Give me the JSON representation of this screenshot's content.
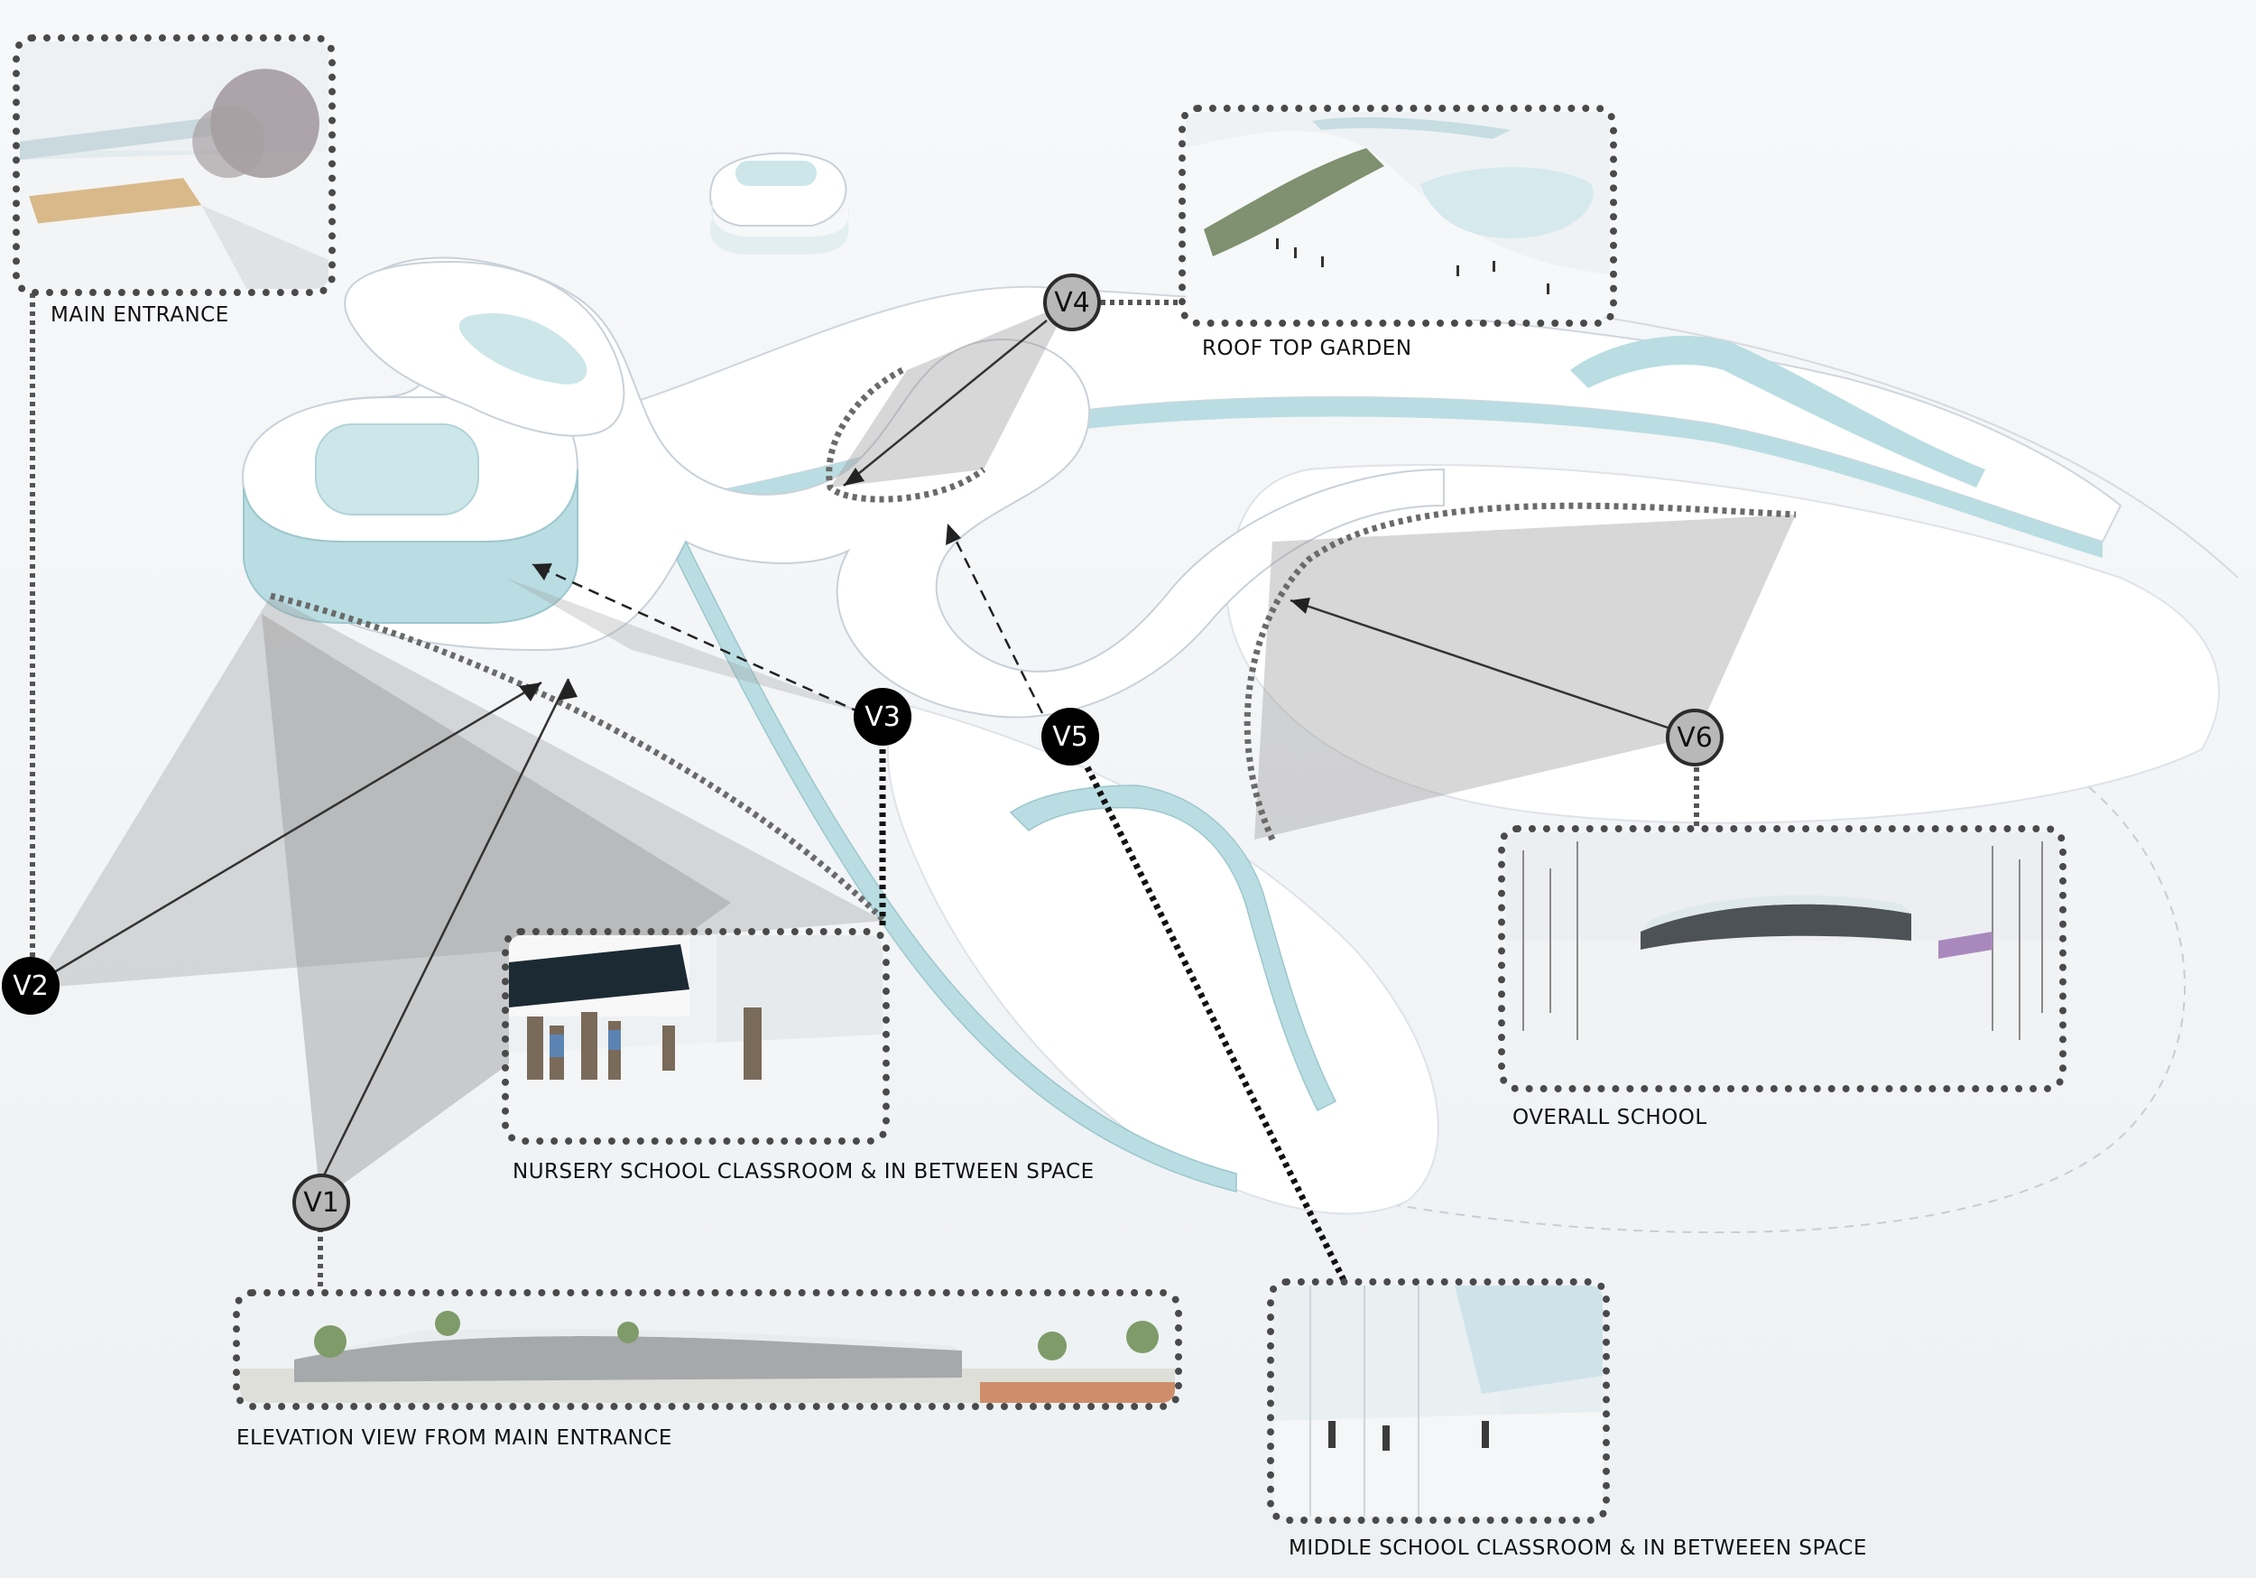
{
  "views": [
    {
      "id": "V1",
      "caption": "ELEVATION VIEW FROM MAIN ENTRANCE"
    },
    {
      "id": "V2",
      "caption": "MAIN ENTRANCE"
    },
    {
      "id": "V3",
      "caption": "NURSERY SCHOOL CLASSROOM & IN BETWEEN SPACE"
    },
    {
      "id": "V4",
      "caption": "ROOF TOP GARDEN"
    },
    {
      "id": "V5",
      "caption": "MIDDLE SCHOOL CLASSROOM & IN BETWEEEN SPACE"
    },
    {
      "id": "V6",
      "caption": "OVERALL SCHOOL"
    }
  ],
  "colors": {
    "background": "#f4f6f8",
    "building_white": "#ffffff",
    "glass_facade": "#b9dde2",
    "view_cone": "#9a9a9a",
    "marker_light": "#b8b8b8",
    "marker_dark": "#000000",
    "dotted_frame": "#4a4a4a"
  }
}
